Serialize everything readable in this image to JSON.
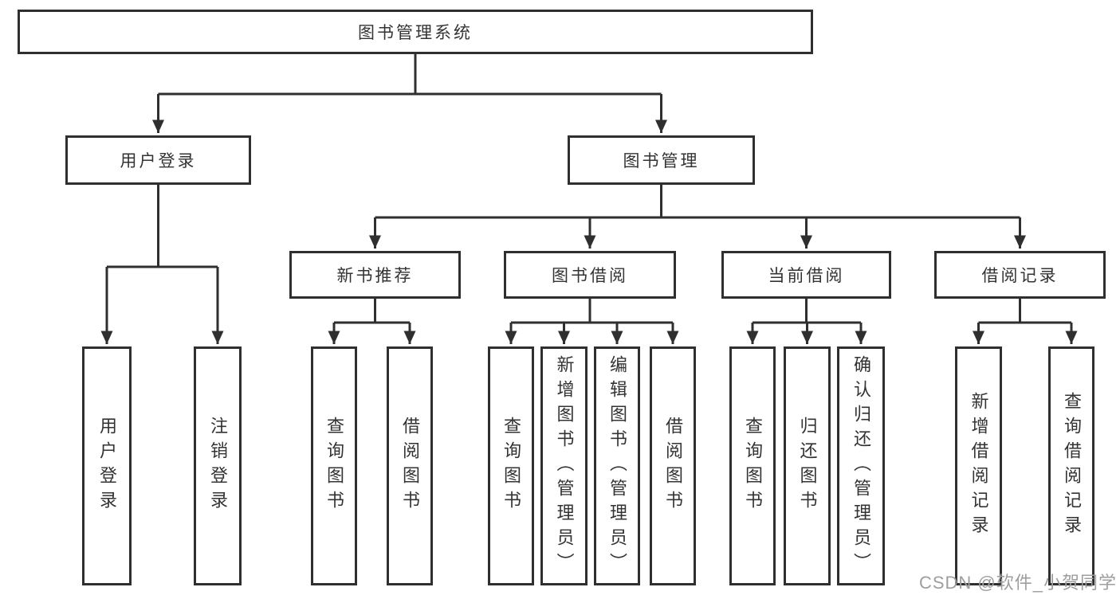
{
  "diagram": {
    "type": "hierarchy-tree",
    "colors": {
      "line": "#2f2f2f",
      "box_border": "#2f2f2f",
      "box_fill": "#ffffff",
      "text": "#333333",
      "watermark": "#9e9e9e",
      "background": "#ffffff"
    }
  },
  "tree": {
    "label": "图书管理系统",
    "children": [
      {
        "label": "用户登录",
        "children": [
          {
            "label": "用户登录"
          },
          {
            "label": "注销登录"
          }
        ]
      },
      {
        "label": "图书管理",
        "children": [
          {
            "label": "新书推荐",
            "children": [
              {
                "label": "查询图书"
              },
              {
                "label": "借阅图书"
              }
            ]
          },
          {
            "label": "图书借阅",
            "children": [
              {
                "label": "查询图书"
              },
              {
                "label": "新增图书（管理员）"
              },
              {
                "label": "编辑图书（管理员）"
              },
              {
                "label": "借阅图书"
              }
            ]
          },
          {
            "label": "当前借阅",
            "children": [
              {
                "label": "查询图书"
              },
              {
                "label": "归还图书"
              },
              {
                "label": "确认归还（管理员）"
              }
            ]
          },
          {
            "label": "借阅记录",
            "children": [
              {
                "label": "新增借阅记录"
              },
              {
                "label": "查询借阅记录"
              }
            ]
          }
        ]
      }
    ]
  },
  "watermark": {
    "text": "CSDN @软件_小贺同学"
  }
}
